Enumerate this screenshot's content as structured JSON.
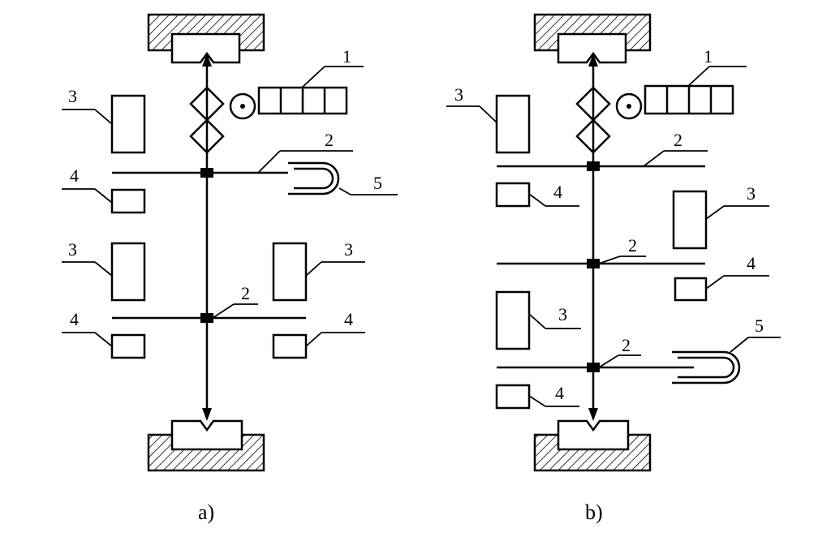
{
  "panels": [
    {
      "caption": "a)",
      "labels": {
        "label_1": "1",
        "label_2_top": "2",
        "label_2_bottom": "2",
        "label_3_upper": "3",
        "label_3_lower_left": "3",
        "label_3_lower_right": "3",
        "label_4_upper": "4",
        "label_4_lower_left": "4",
        "label_4_lower_right": "4",
        "label_5": "5"
      }
    },
    {
      "caption": "b)",
      "labels": {
        "label_1": "1",
        "label_2_top": "2",
        "label_2_middle": "2",
        "label_2_bottom": "2",
        "label_3_upper": "3",
        "label_3_right": "3",
        "label_3_lower": "3",
        "label_4_upper": "4",
        "label_4_right": "4",
        "label_4_lower": "4",
        "label_5": "5"
      }
    }
  ]
}
